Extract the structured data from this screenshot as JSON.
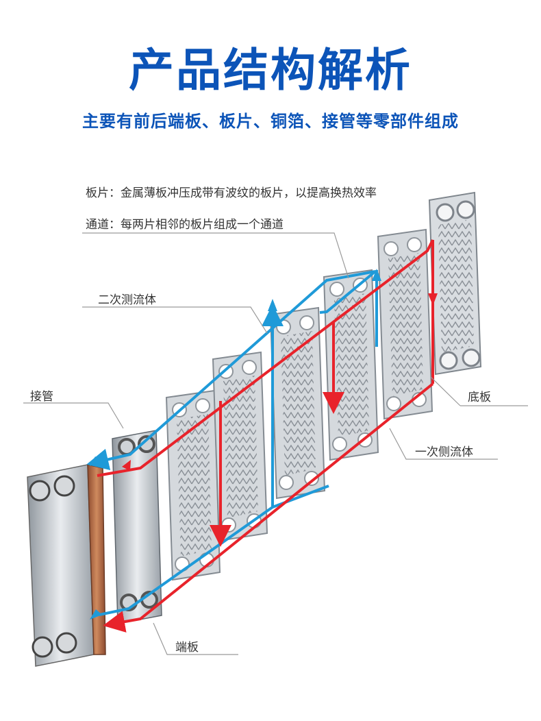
{
  "header": {
    "title": "产品结构解析",
    "subtitle": "主要有前后端板、板片、铜箔、接管等零部件组成"
  },
  "notes": {
    "plate": "板片：金属薄板冲压成带有波纹的板片，以提高换热效率",
    "channel": "通道：每两片相邻的板片组成一个通道"
  },
  "callouts": {
    "secondary_fluid": "二次测流体",
    "nozzle": "接管",
    "bottom_plate": "底板",
    "primary_fluid": "一次侧流体",
    "end_plate": "端板"
  },
  "colors": {
    "title": "#0c54b8",
    "hot_flow": "#e8232b",
    "cold_flow": "#1f9ad8",
    "plate_metal": "#c9cdd2",
    "copper": "#b9673f"
  }
}
